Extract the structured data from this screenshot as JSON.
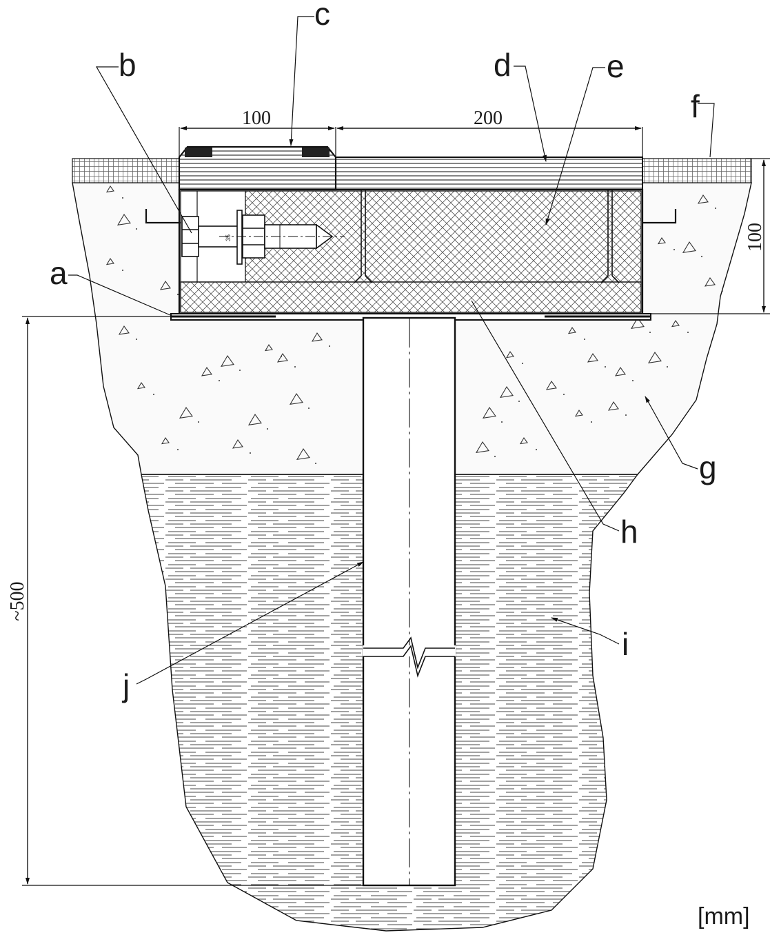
{
  "labels": {
    "a": "a",
    "b": "b",
    "c": "c",
    "d": "d",
    "e": "e",
    "f": "f",
    "g": "g",
    "h": "h",
    "i": "i",
    "j": "j"
  },
  "dimensions": {
    "width_left": "100",
    "width_right": "200",
    "height_box": "100",
    "depth_total": "~500",
    "bolt_size": "35"
  },
  "unit": "[mm]",
  "colors": {
    "line": "#111111",
    "concrete": "#f7f7f7",
    "soil_hatch": "#333333",
    "paper": "#ffffff"
  }
}
